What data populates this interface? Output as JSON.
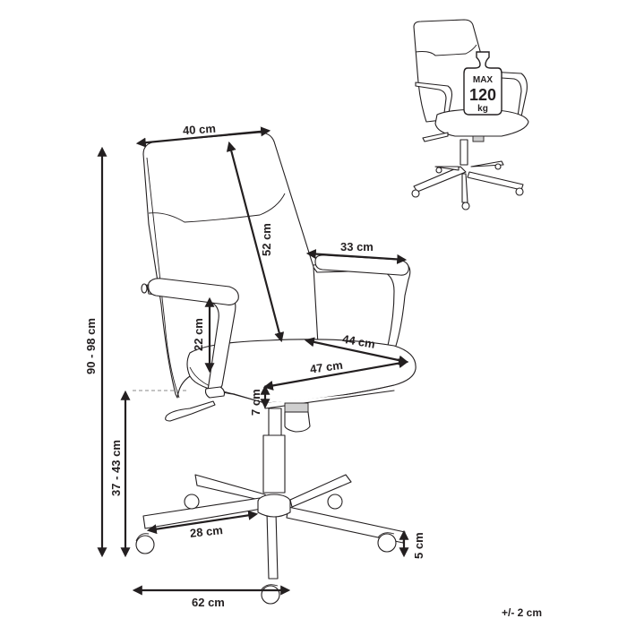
{
  "diagram": {
    "subject": "Office chair dimensions",
    "dimensions": {
      "backrest_width": "40 cm",
      "backrest_height": "52 cm",
      "armrest_length": "33 cm",
      "seat_depth": "44 cm",
      "seat_width": "47 cm",
      "armrest_height": "22 cm",
      "seat_thickness": "7 cm",
      "total_height": "90 - 98 cm",
      "seat_height": "37 - 43 cm",
      "base_leg_length": "28 cm",
      "caster_height": "5 cm",
      "base_width": "62 cm"
    },
    "tolerance": "+/- 2 cm",
    "max_load_badge": {
      "line1": "MAX",
      "line2": "120",
      "line3": "kg"
    }
  },
  "colors": {
    "ink": "#231f20",
    "background": "#ffffff",
    "guide_dash": "#8a8a8a"
  }
}
